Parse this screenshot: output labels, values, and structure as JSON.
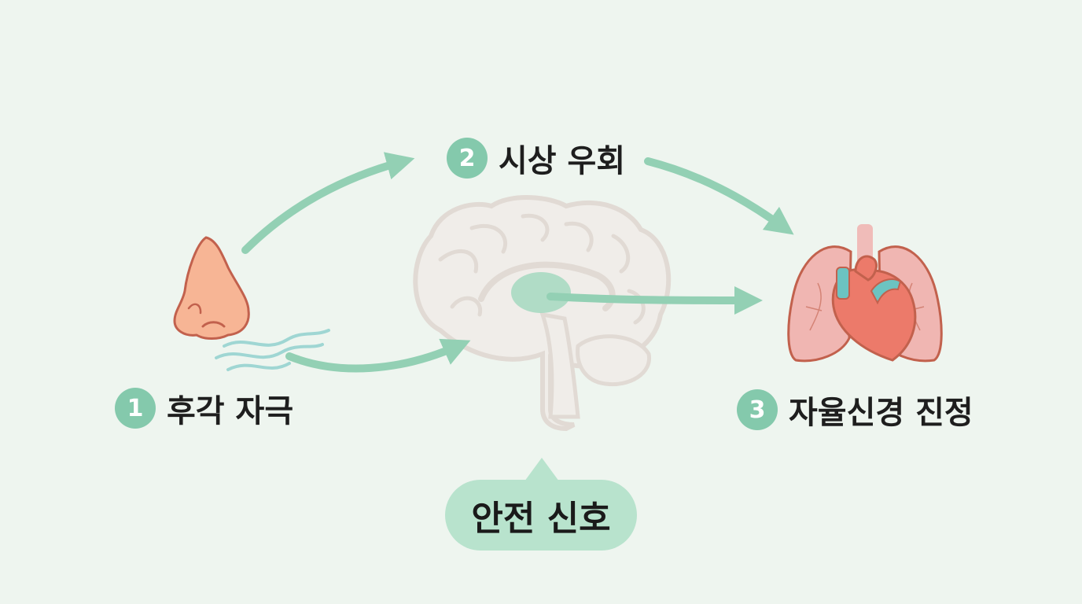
{
  "colors": {
    "background": "#eef5ef",
    "accent": "#84c9ac",
    "arrow": "#93d0b4",
    "nose_fill": "#f7b595",
    "nose_stroke": "#c2614d",
    "brain_fill": "#f1ebe7",
    "brain_stroke": "#ddd2cc",
    "thalamus": "#a9d9c2",
    "lung_fill": "#f0b6b2",
    "heart_fill": "#ec7a6a",
    "vessel": "#6cc3c1",
    "bubble": "#b8e3cd"
  },
  "steps": [
    {
      "number": "1",
      "label": "후각 자극"
    },
    {
      "number": "2",
      "label": "시상 우회"
    },
    {
      "number": "3",
      "label": "자율신경 진정"
    }
  ],
  "signal": {
    "label": "안전 신호"
  },
  "icons": {
    "nose": "nose-icon",
    "scent": "scent-wave-icon",
    "brain": "brain-icon",
    "thalamus": "thalamus-icon",
    "lungs": "lungs-icon",
    "heart": "heart-icon"
  }
}
